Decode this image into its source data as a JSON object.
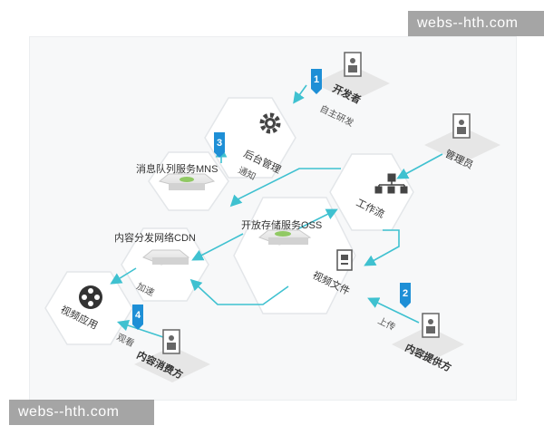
{
  "watermark_top": "webs--hth.com",
  "watermark_bottom": "webs--hth.com",
  "nodes": {
    "backend": "后台管理",
    "workflow": "工作流",
    "video_file": "视频文件",
    "video_app": "视频应用"
  },
  "services": {
    "mns": "消息队列服务MNS",
    "oss": "开放存储服务OSS",
    "cdn": "内容分发网络CDN"
  },
  "actors": {
    "developer": "开发者",
    "admin": "管理员",
    "provider": "内容提供方",
    "consumer": "内容消费方"
  },
  "edge_labels": {
    "self_dev": "自主研发",
    "notify": "通知",
    "upload": "上传",
    "accelerate": "加速",
    "watch": "观看"
  },
  "steps": {
    "s1": "1",
    "s2": "2",
    "s3": "3",
    "s4": "4"
  },
  "colors": {
    "flow": "#3fc1d0",
    "badge": "#1e8fd6",
    "node_border": "#e3e6e9",
    "service_icon": "#7ac142",
    "text": "#333333"
  }
}
